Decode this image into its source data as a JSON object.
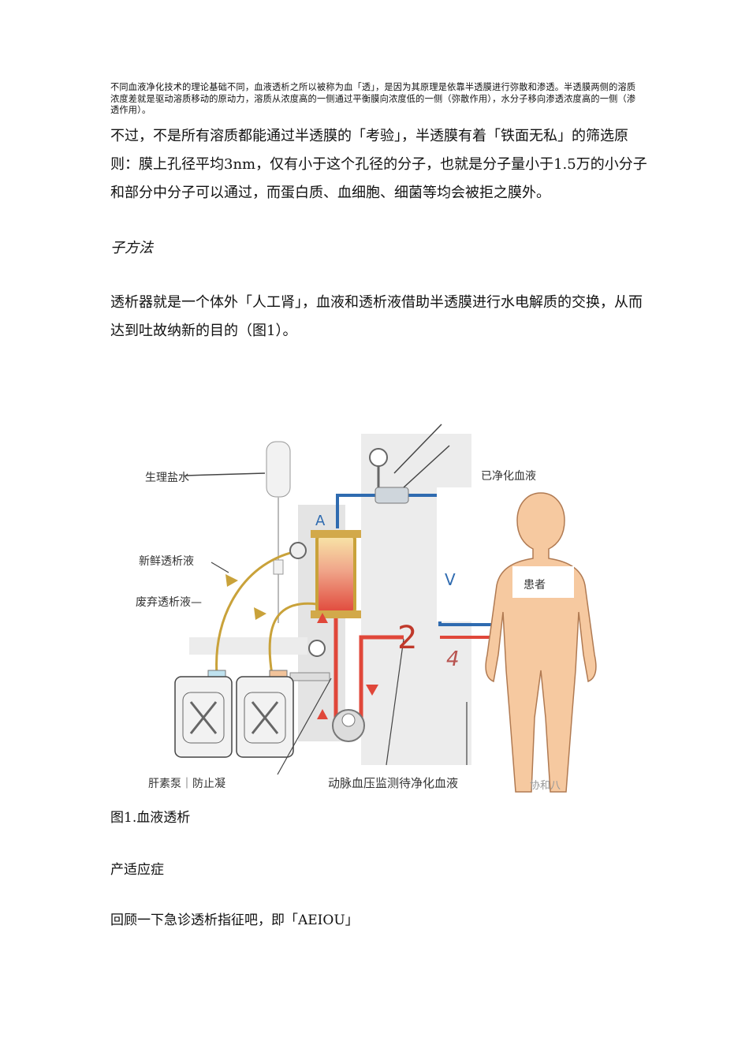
{
  "intro_small": "不同血液净化技术的理论基础不同，血液透析之所以被称为血「透」，是因为其原理是依靠半透膜进行弥散和渗透。半透膜两侧的溶质浓度差就是驱动溶质移动的原动力，溶质从浓度高的一侧通过平衡膜向浓度低的一侧（弥散作用），水分子移向渗透浓度高的一侧（渗透作用）。",
  "para_membrane": "不过，不是所有溶质都能通过半透膜的「考验」，半透膜有着「铁面无私」的筛选原则：膜上孔径平均3nm，仅有小于这个孔径的分子，也就是分子量小于1.5万的小分子和部分中分子可以通过，而蛋白质、血细胞、细菌等均会被拒之膜外。",
  "heading_method": "子方法",
  "para_dialyzer": "透析器就是一个体外「人工肾」，血液和透析液借助半透膜进行水电解质的交换，从而达到吐故纳新的目的（图1）。",
  "figure": {
    "labels": {
      "saline": "生理盐水",
      "fresh_dialysate": "新鲜透析液",
      "waste_dialysate": "废弃透析液—",
      "purified_blood": "已净化血液",
      "patient": "患者",
      "heparin": "肝素泵｜防止凝",
      "arterial": "动脉血压监测待净化血液",
      "mark_a": "A",
      "mark_v": "V",
      "mark_2": "2",
      "mark_4": "4",
      "watermark": "协和八"
    },
    "colors": {
      "blood_red": "#e0473a",
      "blue_line": "#2f6bb0",
      "dialysate_line": "#c9a23a",
      "skin": "#f6c9a0",
      "skin_edge": "#b07a52"
    }
  },
  "caption": "图1.血液透析",
  "heading_indications": "产适应症",
  "para_review": "回顾一下急诊透析指征吧，即「AEIOU」"
}
